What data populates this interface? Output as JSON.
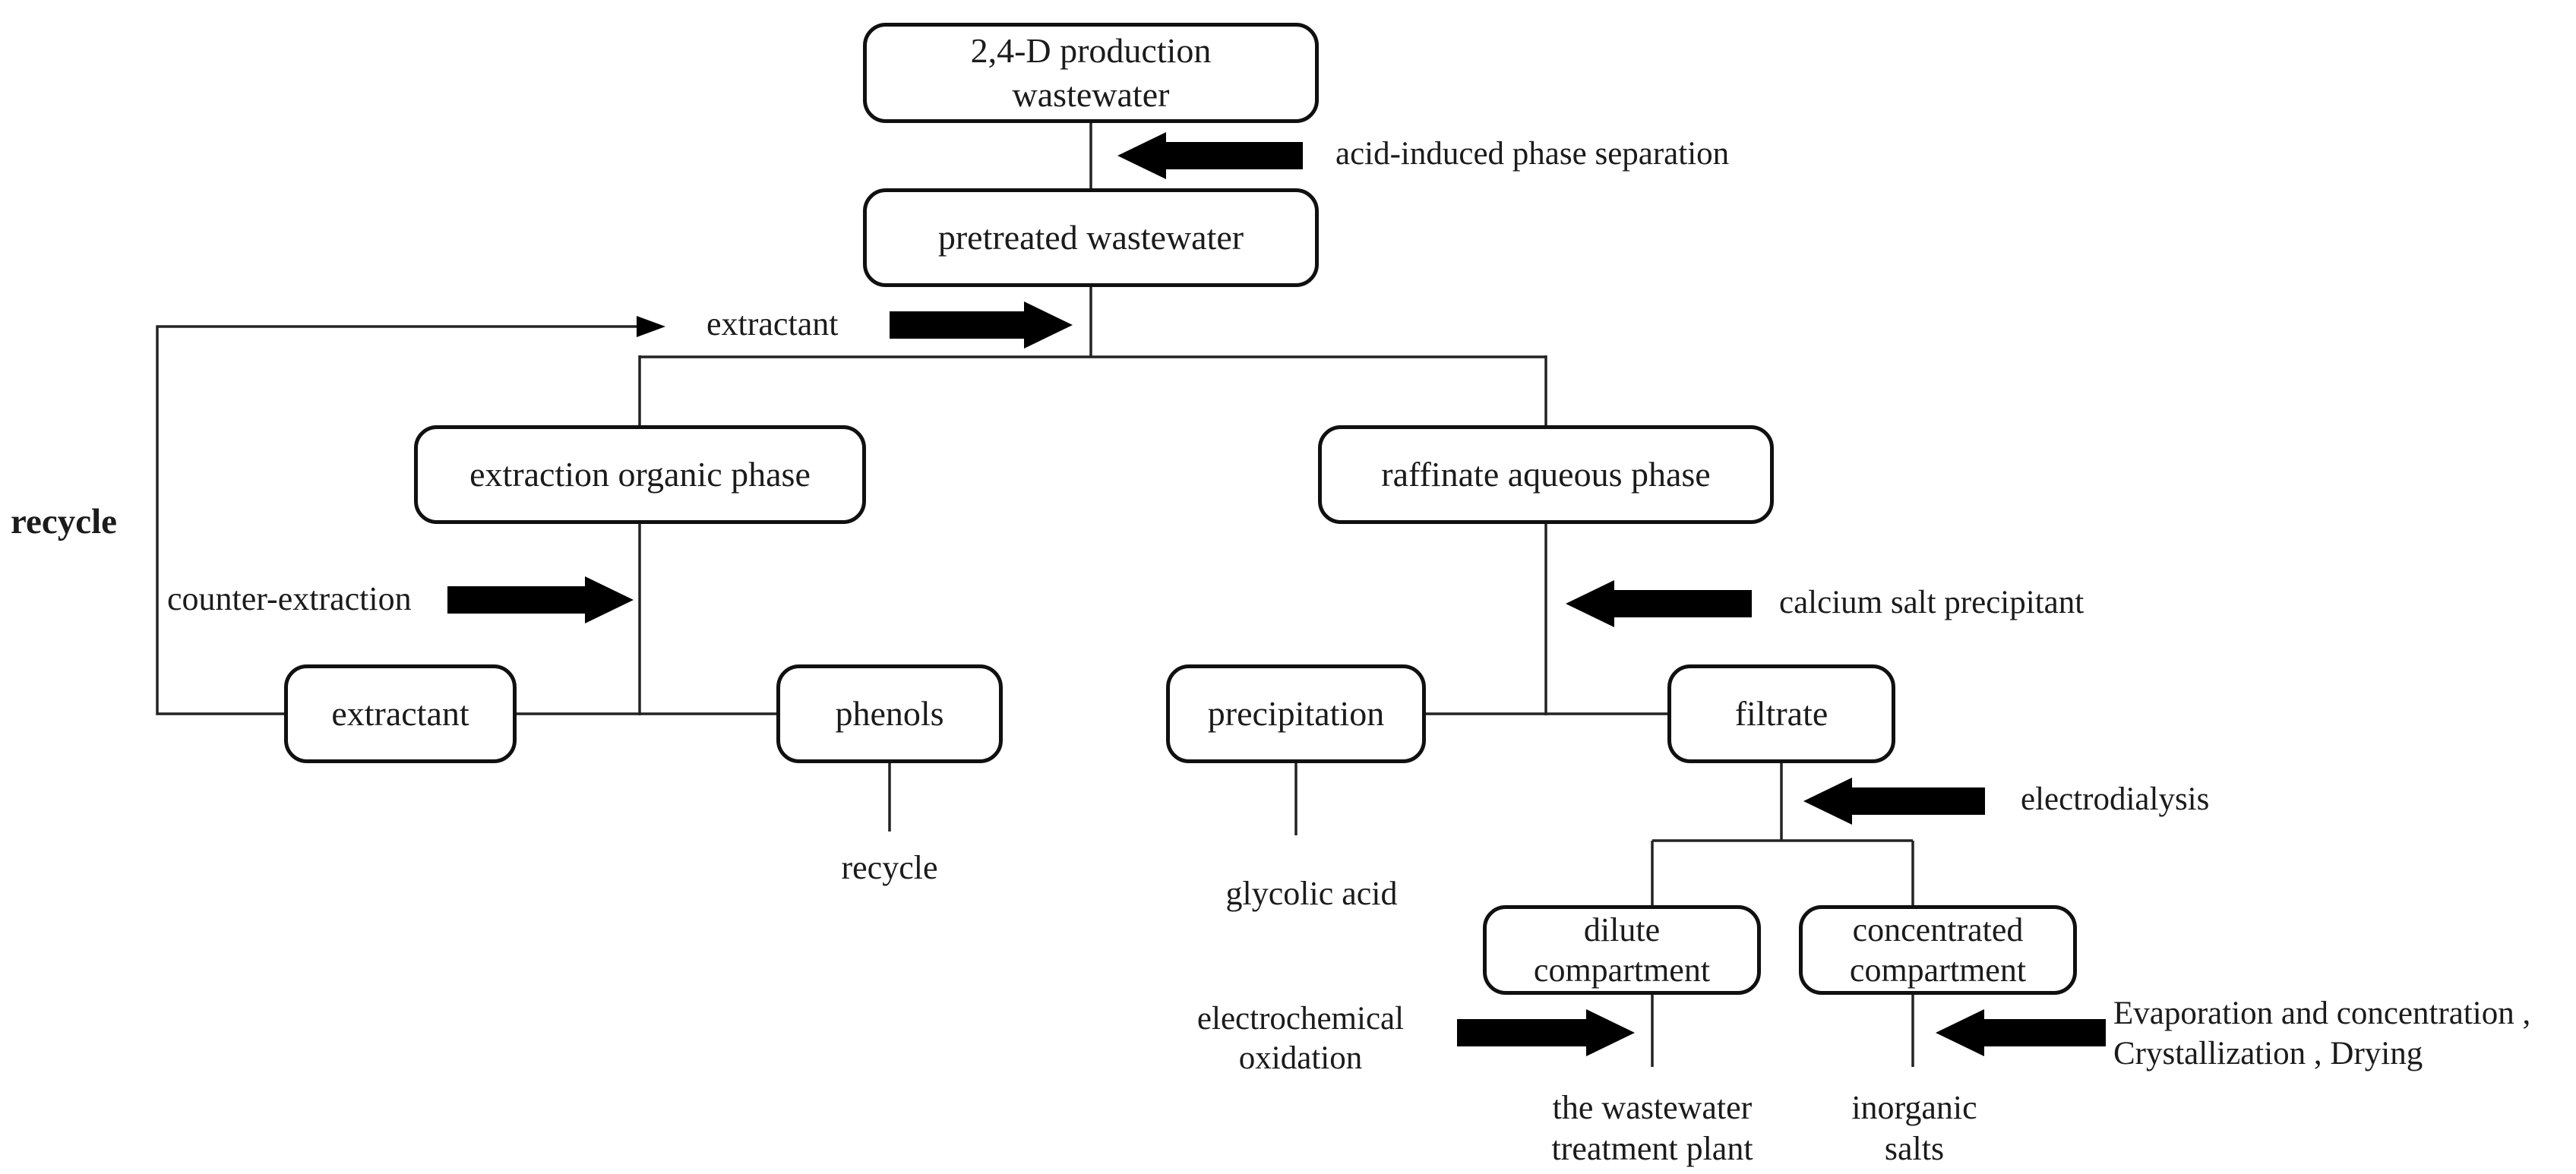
{
  "page": {
    "background": "#ffffff",
    "ink": "#1b1b1b",
    "arrow_color": "#000000",
    "line_color": "#232323"
  },
  "boxes": {
    "production": {
      "line1": "2,4-D production",
      "line2": "wastewater"
    },
    "pretreated": {
      "line1": "pretreated wastewater"
    },
    "organic": {
      "line1": "extraction organic phase"
    },
    "raffinate": {
      "line1": "raffinate aqueous phase"
    },
    "extractant": {
      "line1": "extractant"
    },
    "phenols": {
      "line1": "phenols"
    },
    "precipitation": {
      "line1": "precipitation"
    },
    "filtrate": {
      "line1": "filtrate"
    },
    "dilute": {
      "line1": "dilute",
      "line2": "compartment"
    },
    "concentrated": {
      "line1": "concentrated",
      "line2": "compartment"
    }
  },
  "labels": {
    "acid_induced": "acid-induced phase separation",
    "extractant_stream": "extractant",
    "recycle_left": "recycle",
    "counter_extraction": "counter-extraction",
    "calcium_salt": "calcium salt precipitant",
    "recycle_phenols": "recycle",
    "glycolic_acid": "glycolic acid",
    "electrodialysis": "electrodialysis",
    "electrochemical": {
      "line1": "electrochemical",
      "line2": "oxidation"
    },
    "wastewater_plant": {
      "line1": "the wastewater",
      "line2": "treatment plant"
    },
    "inorganic_salts": {
      "line1": "inorganic",
      "line2": "salts"
    },
    "evaporation": {
      "line1": "Evaporation and concentration ,",
      "line2": "Crystallization , Drying"
    }
  }
}
